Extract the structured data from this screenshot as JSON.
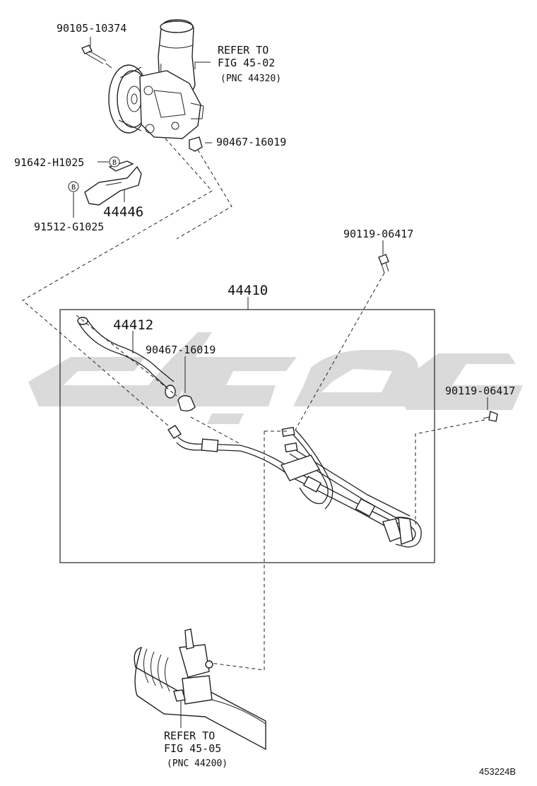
{
  "parts": {
    "bolt_pump": "90105-10374",
    "clip_upper": "90467-16019",
    "bolt_b": "91642-H1025",
    "nut_b": "91512-G1025",
    "bracket": "44446",
    "bolt_union_1": "90119-06417",
    "tube_assembly": "44410",
    "return_hose": "44412",
    "clip_lower": "90467-16019",
    "bolt_union_2": "90119-06417"
  },
  "markers": {
    "b": "B"
  },
  "references": {
    "pump_refer": "REFER TO",
    "pump_fig": "FIG 45-02",
    "pump_pnc": "(PNC 44320)",
    "gear_refer": "REFER TO",
    "gear_fig": "FIG 45-05",
    "gear_pnc": "(PNC 44200)"
  },
  "watermark": "سائق",
  "illustration_code": "453224B"
}
